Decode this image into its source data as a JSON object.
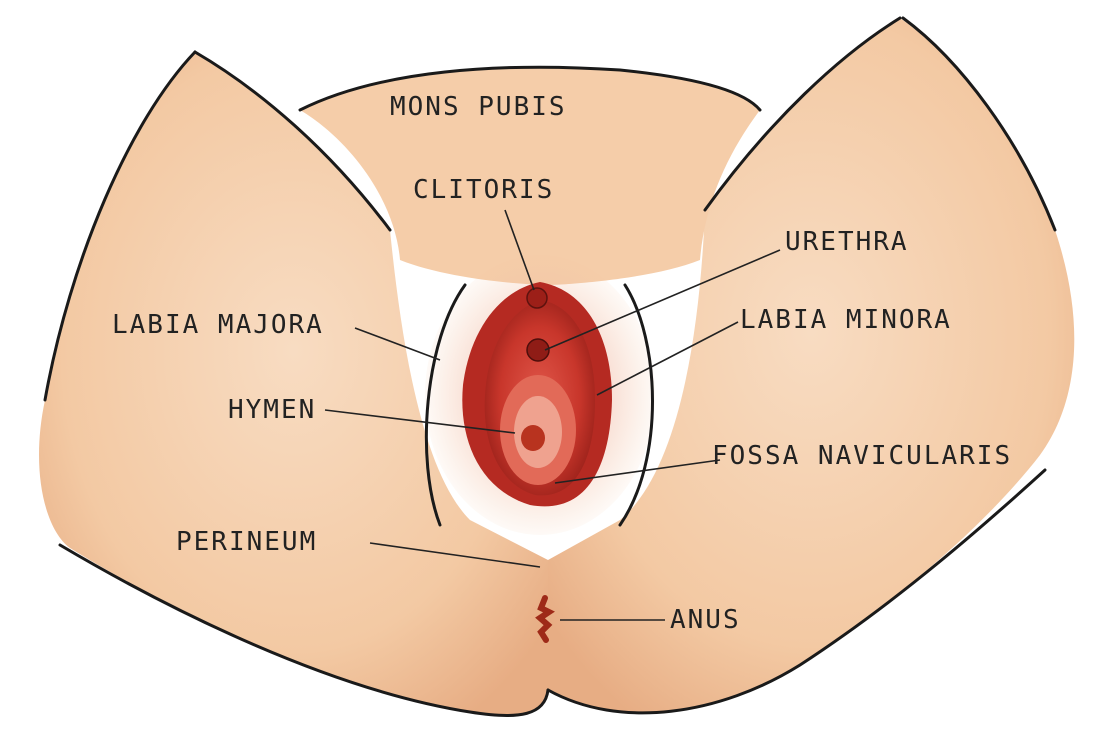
{
  "labels": {
    "mons_pubis": "MONS PUBIS",
    "clitoris": "CLITORIS",
    "urethra": "URETHRA",
    "labia_majora": "LABIA MAJORA",
    "labia_minora": "LABIA MINORA",
    "hymen": "HYMEN",
    "fossa_navicularis": "FOSSA NAVICULARIS",
    "perineum": "PERINEUM",
    "anus": "ANUS"
  },
  "colors": {
    "skin": "#f3c9a3",
    "skin_light": "#f8dcc2",
    "skin_shadow": "#e7ad84",
    "inner_red": "#c8362b",
    "inner_dark": "#a3221c",
    "hymen_pink": "#e58f86",
    "ink": "#222222"
  }
}
